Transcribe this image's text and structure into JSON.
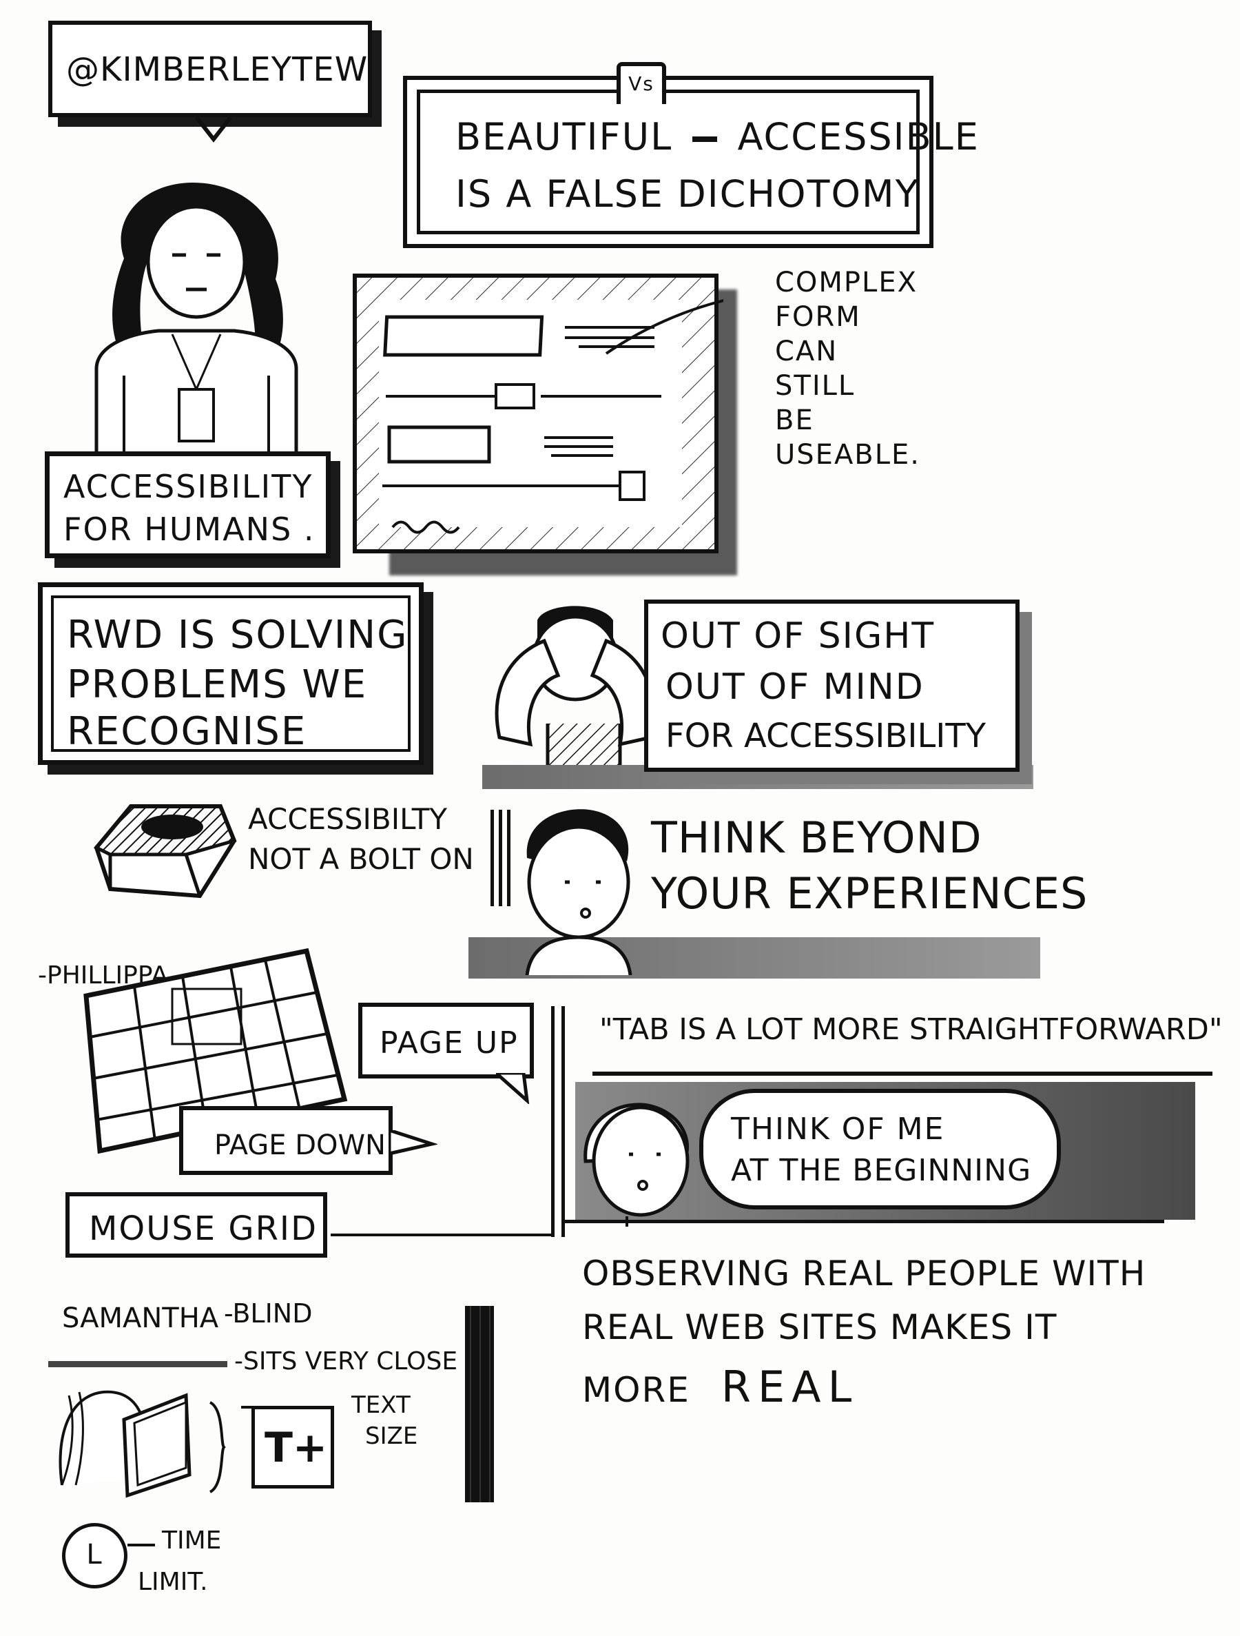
{
  "handle": "@KIMBERLEYTEW",
  "headline": {
    "line1_a": "BEAUTIFUL",
    "line1_b": "ACCESSIBLE",
    "line2": "IS A FALSE DICHOTOMY",
    "vs": "Vs"
  },
  "speaker_caption": {
    "line1": "ACCESSIBILITY",
    "line2": "FOR HUMANS ."
  },
  "form_note": {
    "lines": [
      "COMPLEX",
      "FORM",
      "CAN",
      "STILL",
      "BE",
      "USEABLE."
    ]
  },
  "rwd_box": {
    "line1": "RWD IS SOLVING",
    "line2": "PROBLEMS WE",
    "line3": "RECOGNISE"
  },
  "sight_box": {
    "line1": "OUT OF SIGHT",
    "line2": "OUT OF MIND",
    "line3": "FOR ACCESSIBILITY"
  },
  "bolt_note": {
    "line1": "ACCESSIBILTY",
    "line2": "NOT A BOLT ON"
  },
  "think_note": {
    "line1": "THINK BEYOND",
    "line2": "YOUR EXPERIENCES"
  },
  "phillippa": {
    "name": "-PHILLIPPA.",
    "page_up": "PAGE UP",
    "page_down": "PAGE DOWN",
    "mouse_grid": "MOUSE GRID"
  },
  "tab_quote": "\"TAB IS A LOT MORE STRAIGHTFORWARD\"",
  "speech_bubble": {
    "line1": "THINK OF ME",
    "line2": "AT THE BEGINNING"
  },
  "observing": {
    "line1": "OBSERVING REAL PEOPLE WITH",
    "line2": "REAL WEB SITES MAKES IT",
    "line3_a": "MORE",
    "line3_b": "REAL"
  },
  "samantha": {
    "name": "SAMANTHA",
    "note1": "-BLIND",
    "note2": "-SITS VERY CLOSE",
    "text_icon": "T+",
    "text_size_1": "TEXT",
    "text_size_2": "SIZE",
    "clock_letter": "L",
    "time_1": "TIME",
    "time_2": "LIMIT."
  }
}
